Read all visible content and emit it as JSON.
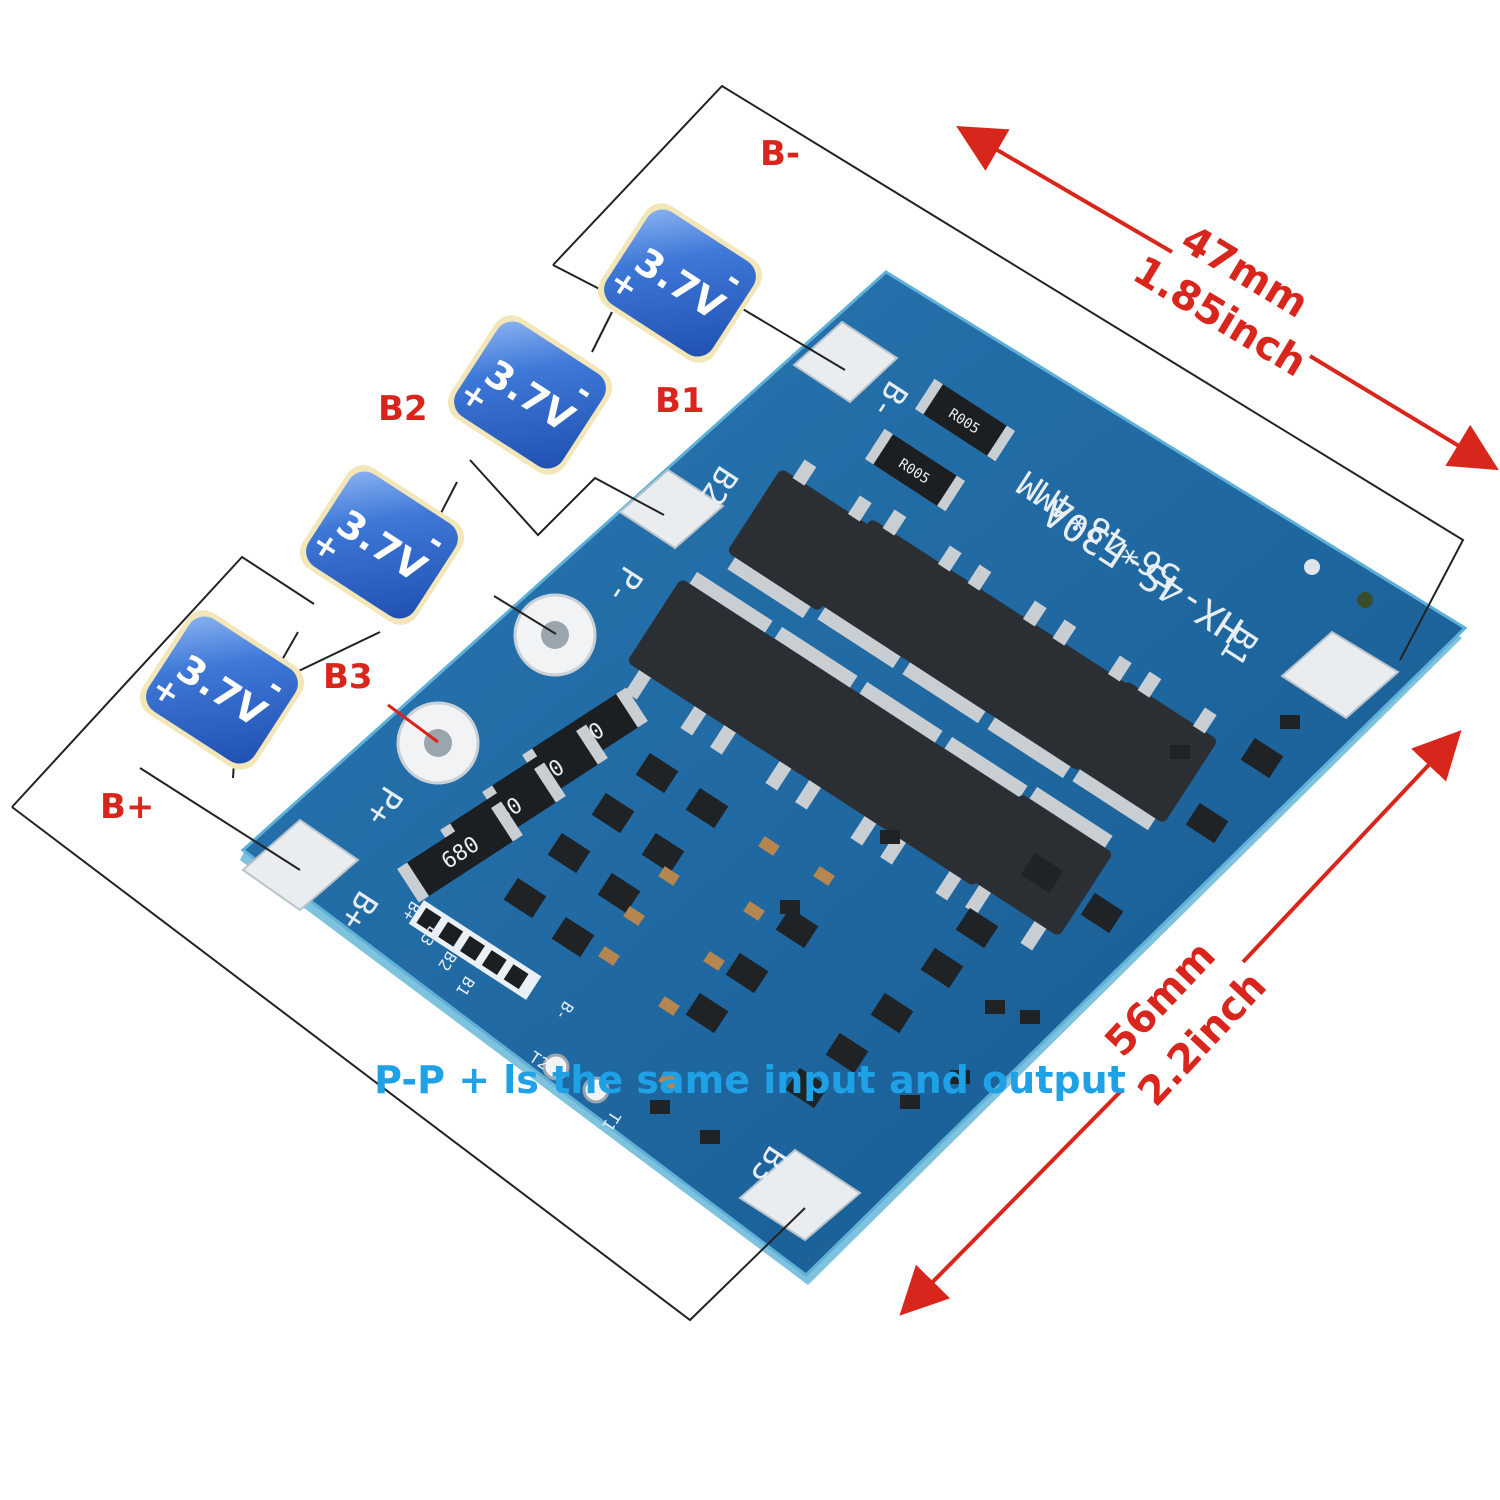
{
  "labels": {
    "b_minus": "B-",
    "b_plus": "B+",
    "b1": "B1",
    "b2": "B2",
    "b3": "B3"
  },
  "cells": [
    {
      "voltage": "3.7V",
      "neg": "-",
      "pos": "+"
    },
    {
      "voltage": "3.7V",
      "neg": "-",
      "pos": "+"
    },
    {
      "voltage": "3.7V",
      "neg": "-",
      "pos": "+"
    },
    {
      "voltage": "3.7V",
      "neg": "-",
      "pos": "+"
    }
  ],
  "dimensions": {
    "width_mm": "47mm",
    "width_inch": "1.85inch",
    "height_mm": "56mm",
    "height_inch": "2.2inch"
  },
  "board": {
    "model": "HX-4S-F30A",
    "size_text": "56*48*4MM",
    "pads": [
      "B-",
      "B2",
      "P-",
      "P+",
      "B+",
      "B1",
      "B3"
    ],
    "resistors": [
      "680",
      "680",
      "680",
      "680"
    ],
    "shunts": [
      "R005",
      "R005"
    ],
    "header": [
      "B+",
      "B3",
      "B2",
      "B1",
      "B-"
    ],
    "thermistor": [
      "T2",
      "T1"
    ]
  },
  "caption": "P-P + ls the same input and output",
  "colors": {
    "board": "#1d5f93",
    "annotation_red": "#d9261c",
    "caption_blue": "#1fa1e6",
    "cell_blue": "#2f64c8"
  }
}
